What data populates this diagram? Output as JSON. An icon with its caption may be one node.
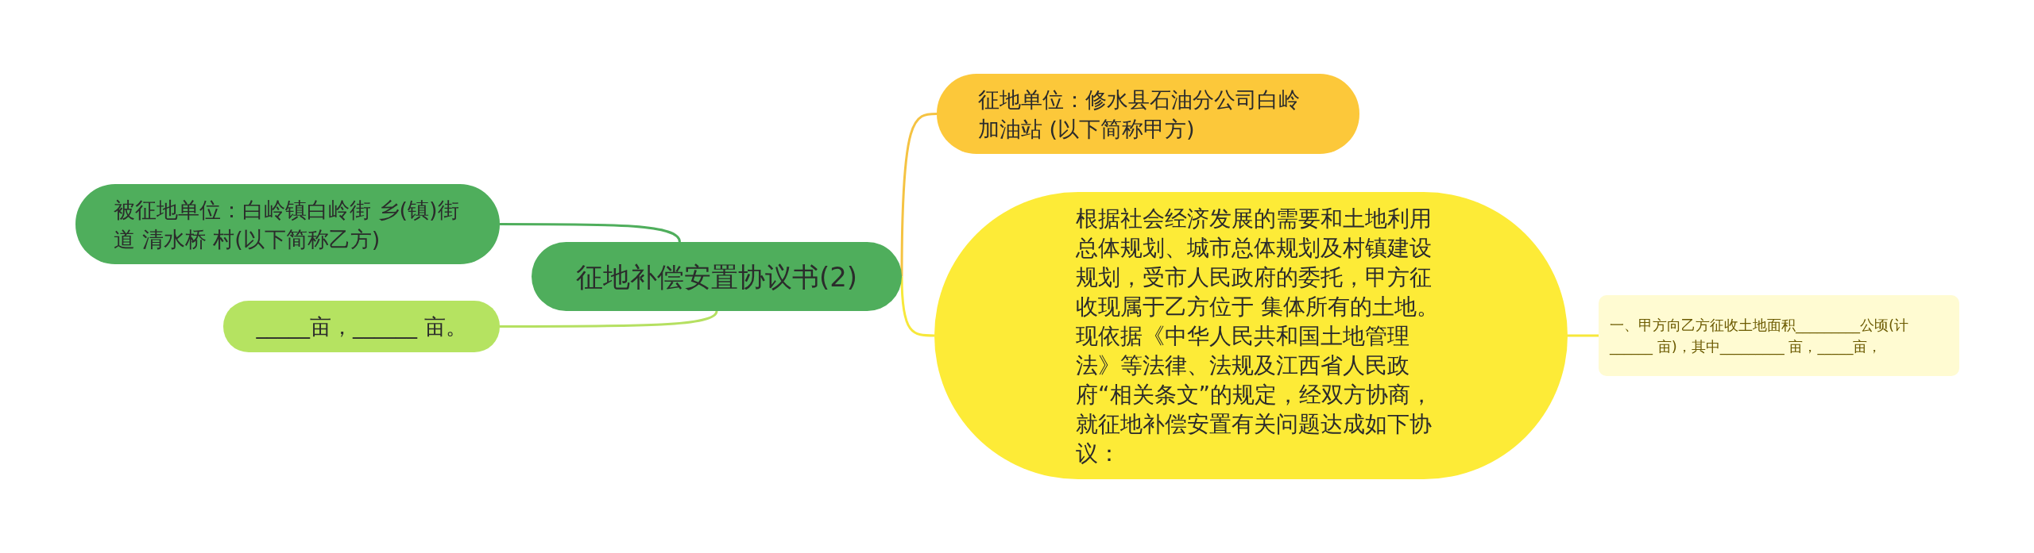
{
  "diagram": {
    "nodes": [
      {
        "text": [
          "征地补偿安置协议书(2)"
        ]
      },
      {
        "text": [
          "征地单位：修水县石油分公司白岭加油站 (以下简称甲方)"
        ]
      },
      {
        "text": [
          "被征地单位：白岭镇白岭街 乡(镇)街道 清水桥 村(以下简称乙方)"
        ]
      },
      {
        "text": [
          "根据社会经济发展的需要和土地利用总体规划、城市总体规划及村镇建设规划，受市人民政府的委托，甲方征收现属于乙方位于 集体所有的土地。现依据《中华人民共和国土地管理法》等法律、法规及江西省人民政府“相关条文”的规定，经双方协商，就征地补偿安置有关问题达成如下协议："
        ]
      },
      {
        "text": [
          "_____亩，______ 亩。"
        ]
      },
      {
        "text": [
          "一、甲方向乙方征收土地面积_________公顷(计______ 亩)，其中_________ 亩，_____亩，"
        ]
      }
    ],
    "edges": [
      {
        "from": 0,
        "to": 1,
        "arrow": "none",
        "color": "#f5c342"
      },
      {
        "from": 0,
        "to": 2,
        "arrow": "none",
        "color": "#4fae5c"
      },
      {
        "from": 0,
        "to": 3,
        "arrow": "none",
        "color": "#f7e83a"
      },
      {
        "from": 0,
        "to": 4,
        "arrow": "none",
        "color": "#b5e061"
      },
      {
        "from": 3,
        "to": 5,
        "arrow": "none",
        "color": "#f7e83a"
      }
    ]
  }
}
